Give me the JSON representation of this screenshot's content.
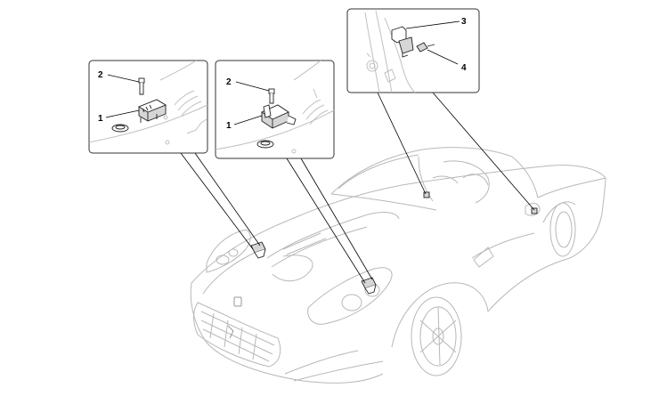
{
  "callouts": {
    "left_inset": {
      "bolt": "2",
      "sensor": "1"
    },
    "middle_inset": {
      "bolt": "2",
      "sensor": "1"
    },
    "right_inset": {
      "bracket": "3",
      "screw": "4"
    }
  }
}
